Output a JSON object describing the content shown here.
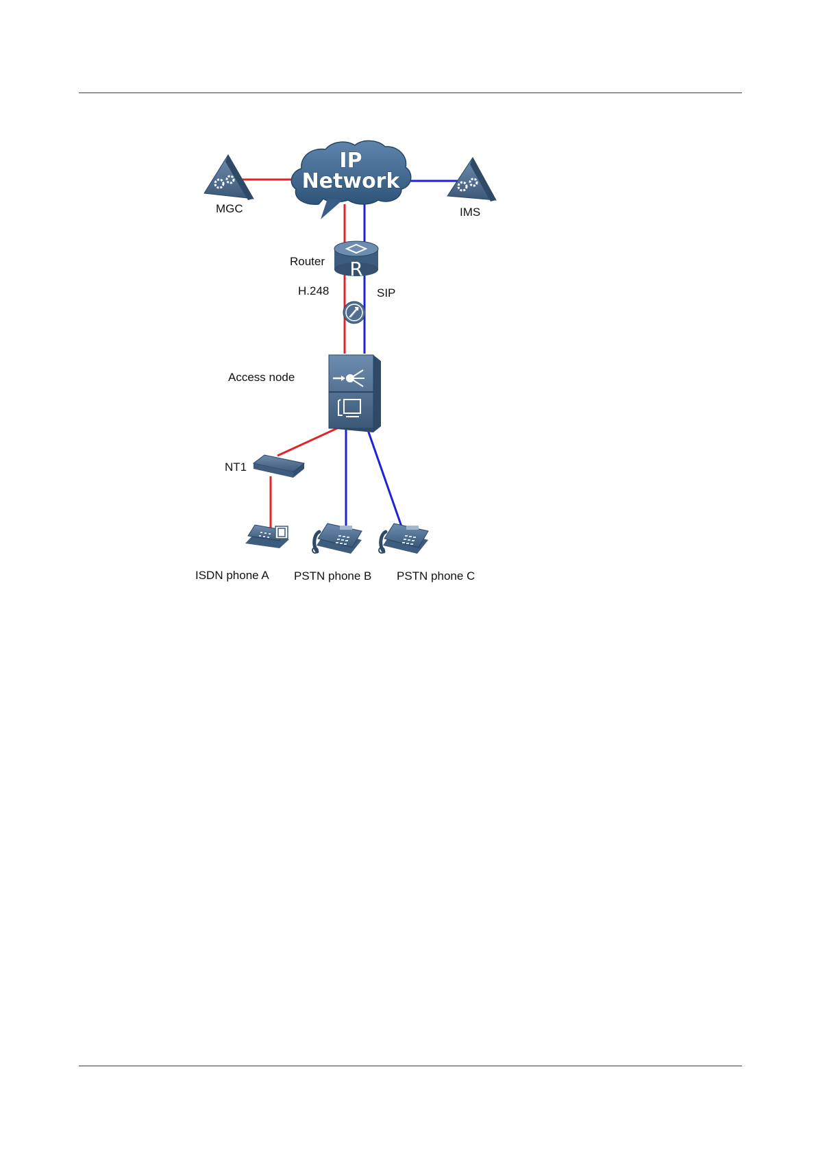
{
  "colors": {
    "h248_link": "#e3232b",
    "sip_link": "#1e22d6",
    "device_fill": "#4a6a8c",
    "device_dark": "#2f4a66",
    "rule": "#3a3a3a"
  },
  "diagram": {
    "cloud": {
      "line1": "IP",
      "line2": "Network"
    },
    "nodes": {
      "mgc": "MGC",
      "ims": "IMS",
      "router": "Router",
      "access_node": "Access node",
      "nt1": "NT1",
      "isdn_phone_a": "ISDN phone A",
      "pstn_phone_b": "PSTN phone B",
      "pstn_phone_c": "PSTN phone C"
    },
    "protocols": {
      "h248": "H.248",
      "sip": "SIP"
    },
    "icons": [
      "ip-cloud-icon",
      "mgc-icon",
      "ims-icon",
      "router-icon",
      "firewall-icon",
      "access-node-icon",
      "nt1-icon",
      "isdn-phone-icon",
      "pstn-phone-icon"
    ]
  }
}
